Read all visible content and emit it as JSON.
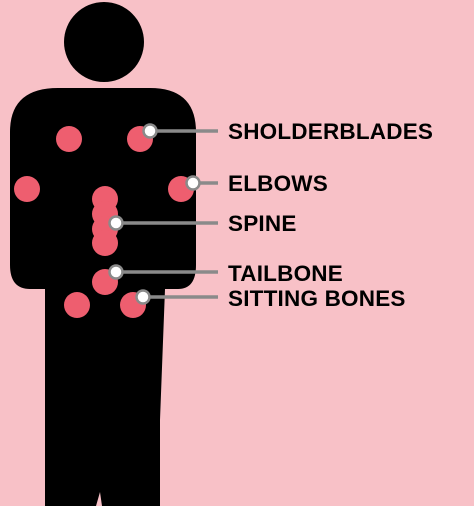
{
  "colors": {
    "background": "#F8C1C7",
    "figure": "#000000",
    "pressure_point": "#EE5E6F",
    "leader_line": "#8A8A8A",
    "marker_fill": "#FFFFFF",
    "label_text": "#000000"
  },
  "figure": {
    "name": "human-silhouette"
  },
  "labels": [
    {
      "id": "shoulderblades",
      "text": "SHOLDERBLADES"
    },
    {
      "id": "elbows",
      "text": "ELBOWS"
    },
    {
      "id": "spine",
      "text": "SPINE"
    },
    {
      "id": "tailbone",
      "text": "TAILBONE"
    },
    {
      "id": "sitting-bones",
      "text": "SITTING BONES"
    }
  ]
}
